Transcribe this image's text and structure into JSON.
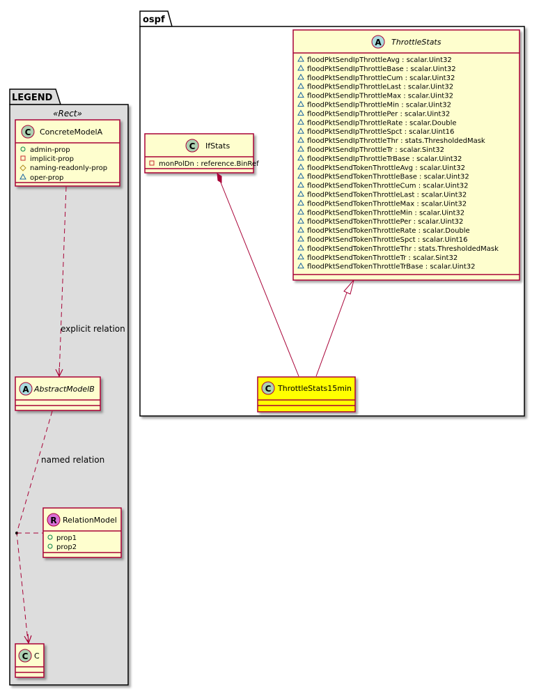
{
  "colors": {
    "class_fill": "#FEFECE",
    "class_border": "#A80036",
    "highlight_fill": "#FFFF00",
    "legend_fill": "#DDDDDD",
    "circle_c": "#ADD1B2",
    "circle_a": "#A9DCDF",
    "circle_r": "#DA70D6",
    "public": "#038048",
    "private": "#C82930",
    "protected": "#B38D22",
    "package": "#1963A0"
  },
  "legend": {
    "package_name": "LEGEND",
    "stereotype": "«Rect»",
    "concrete": {
      "letter": "C",
      "name": "ConcreteModelA",
      "attributes": [
        {
          "visibility": "public",
          "text": "admin-prop"
        },
        {
          "visibility": "private",
          "text": "implicit-prop"
        },
        {
          "visibility": "protected",
          "text": "naming-readonly-prop"
        },
        {
          "visibility": "package",
          "text": "oper-prop"
        }
      ]
    },
    "abstract": {
      "letter": "A",
      "name": "AbstractModelB"
    },
    "relation_model": {
      "letter": "R",
      "name": "RelationModel",
      "attributes": [
        {
          "visibility": "public",
          "text": "prop1"
        },
        {
          "visibility": "public",
          "text": "prop2"
        }
      ]
    },
    "c_class": {
      "letter": "C",
      "name": "C"
    },
    "explicit_relation_label": "explicit relation",
    "named_relation_label": "named relation"
  },
  "ospf": {
    "package_name": "ospf",
    "ifstats": {
      "letter": "C",
      "name": "IfStats",
      "attributes": [
        {
          "visibility": "private",
          "text": "monPolDn : reference.BinRef"
        }
      ]
    },
    "throttlestats": {
      "letter": "A",
      "name": "ThrottleStats",
      "attributes": [
        {
          "visibility": "package",
          "text": "floodPktSendIpThrottleAvg : scalar.Uint32"
        },
        {
          "visibility": "package",
          "text": "floodPktSendIpThrottleBase : scalar.Uint32"
        },
        {
          "visibility": "package",
          "text": "floodPktSendIpThrottleCum : scalar.Uint32"
        },
        {
          "visibility": "package",
          "text": "floodPktSendIpThrottleLast : scalar.Uint32"
        },
        {
          "visibility": "package",
          "text": "floodPktSendIpThrottleMax : scalar.Uint32"
        },
        {
          "visibility": "package",
          "text": "floodPktSendIpThrottleMin : scalar.Uint32"
        },
        {
          "visibility": "package",
          "text": "floodPktSendIpThrottlePer : scalar.Uint32"
        },
        {
          "visibility": "package",
          "text": "floodPktSendIpThrottleRate : scalar.Double"
        },
        {
          "visibility": "package",
          "text": "floodPktSendIpThrottleSpct : scalar.Uint16"
        },
        {
          "visibility": "package",
          "text": "floodPktSendIpThrottleThr : stats.ThresholdedMask"
        },
        {
          "visibility": "package",
          "text": "floodPktSendIpThrottleTr : scalar.Sint32"
        },
        {
          "visibility": "package",
          "text": "floodPktSendIpThrottleTrBase : scalar.Uint32"
        },
        {
          "visibility": "package",
          "text": "floodPktSendTokenThrottleAvg : scalar.Uint32"
        },
        {
          "visibility": "package",
          "text": "floodPktSendTokenThrottleBase : scalar.Uint32"
        },
        {
          "visibility": "package",
          "text": "floodPktSendTokenThrottleCum : scalar.Uint32"
        },
        {
          "visibility": "package",
          "text": "floodPktSendTokenThrottleLast : scalar.Uint32"
        },
        {
          "visibility": "package",
          "text": "floodPktSendTokenThrottleMax : scalar.Uint32"
        },
        {
          "visibility": "package",
          "text": "floodPktSendTokenThrottleMin : scalar.Uint32"
        },
        {
          "visibility": "package",
          "text": "floodPktSendTokenThrottlePer : scalar.Uint32"
        },
        {
          "visibility": "package",
          "text": "floodPktSendTokenThrottleRate : scalar.Double"
        },
        {
          "visibility": "package",
          "text": "floodPktSendTokenThrottleSpct : scalar.Uint16"
        },
        {
          "visibility": "package",
          "text": "floodPktSendTokenThrottleThr : stats.ThresholdedMask"
        },
        {
          "visibility": "package",
          "text": "floodPktSendTokenThrottleTr : scalar.Sint32"
        },
        {
          "visibility": "package",
          "text": "floodPktSendTokenThrottleTrBase : scalar.Uint32"
        }
      ]
    },
    "throttlestats15min": {
      "letter": "C",
      "name": "ThrottleStats15min"
    }
  }
}
